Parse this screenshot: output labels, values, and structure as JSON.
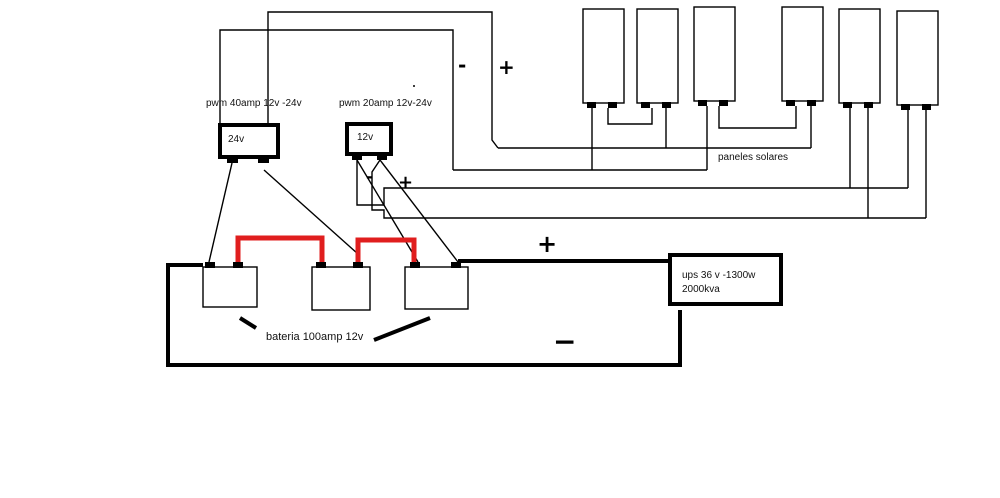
{
  "labels": {
    "pwm40": "pwm 40amp 12v -24v",
    "pwm20": "pwm 20amp 12v-24v",
    "pwm40_display": "24v",
    "pwm20_display": "12v",
    "panels": "paneles solares",
    "battery": "bateria 100amp 12v",
    "ups_line1": "ups 36 v -1300w",
    "ups_line2": "2000kva"
  },
  "symbols": {
    "panel_minus": "-",
    "panel_plus": "+",
    "pwm20_minus": "-",
    "pwm20_plus": "+",
    "ups_plus": "+",
    "ups_minus": "−"
  },
  "colors": {
    "wire": "#000000",
    "battery_link": "#e01e1e",
    "background": "#ffffff"
  }
}
